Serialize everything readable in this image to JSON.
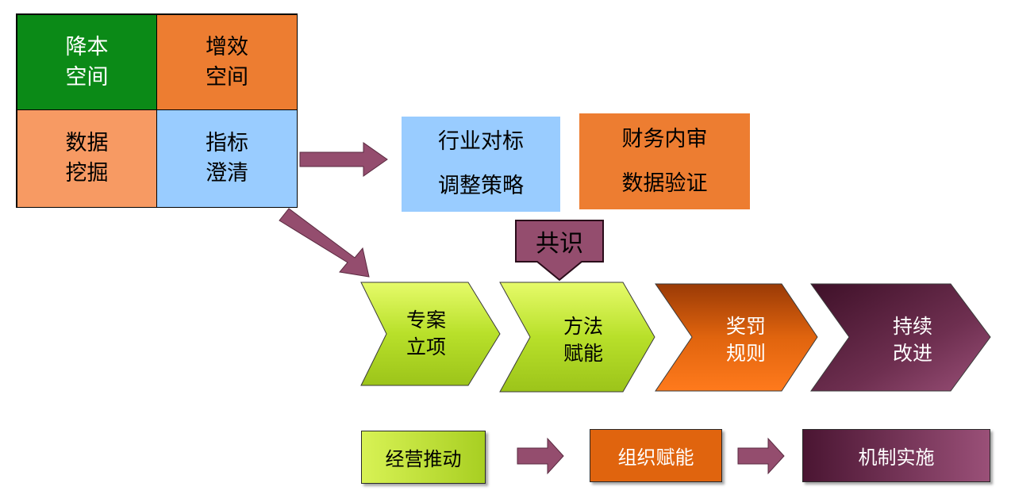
{
  "grid": {
    "q1": "降本\n空间",
    "q2": "增效\n空间",
    "q3": "数据\n挖掘",
    "q4": "指标\n澄清"
  },
  "boxes": {
    "industry": [
      "行业对标",
      "调整策略"
    ],
    "finance": [
      "财务内审",
      "数据验证"
    ]
  },
  "consensus": "共识",
  "chevrons": [
    {
      "label": "专案\n立项"
    },
    {
      "label": "方法\n赋能"
    },
    {
      "label": "奖罚\n规则"
    },
    {
      "label": "持续\n改进"
    }
  ],
  "bottom": {
    "b1": "经营推动",
    "b2": "组织赋能",
    "b3": "机制实施"
  },
  "colors": {
    "green": "#0b8a17",
    "orange": "#ed7d31",
    "salmon": "#f79a63",
    "lightblue": "#99ccff",
    "arrow": "#944d6e",
    "lime": "#b8e02a",
    "rust": "#e0640e",
    "plum": "#6e2f50"
  }
}
